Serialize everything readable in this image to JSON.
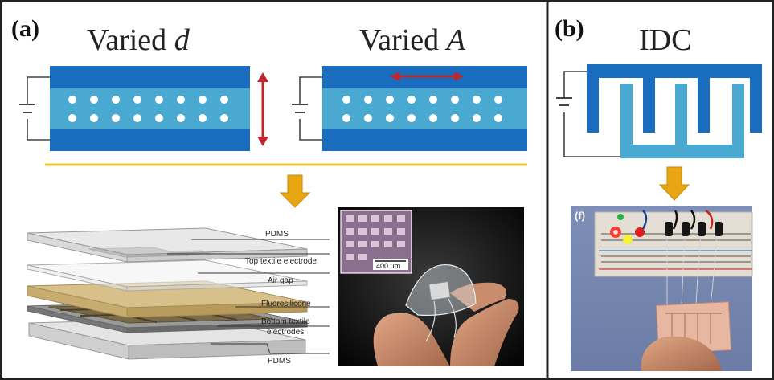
{
  "panel_a": {
    "label": "(a)",
    "heading_left_text": "Varied ",
    "heading_left_var": "d",
    "heading_right_text": "Varied ",
    "heading_right_var": "A",
    "layer_labels": [
      "PDMS",
      "Top textile electrode",
      "Air gap",
      "Fluorosilicone",
      "Bottom textile",
      "electrodes",
      "PDMS"
    ],
    "scale_bar": "400 μm"
  },
  "panel_b": {
    "label": "(b)",
    "heading": "IDC",
    "inset_label": "(f)"
  },
  "colors": {
    "electrode_dark": "#1a6cbf",
    "dielectric_light": "#4aa9d0",
    "arrow_red": "#c0262b",
    "down_arrow_orange": "#e8a712",
    "divider_yellow": "#f2c12e"
  }
}
